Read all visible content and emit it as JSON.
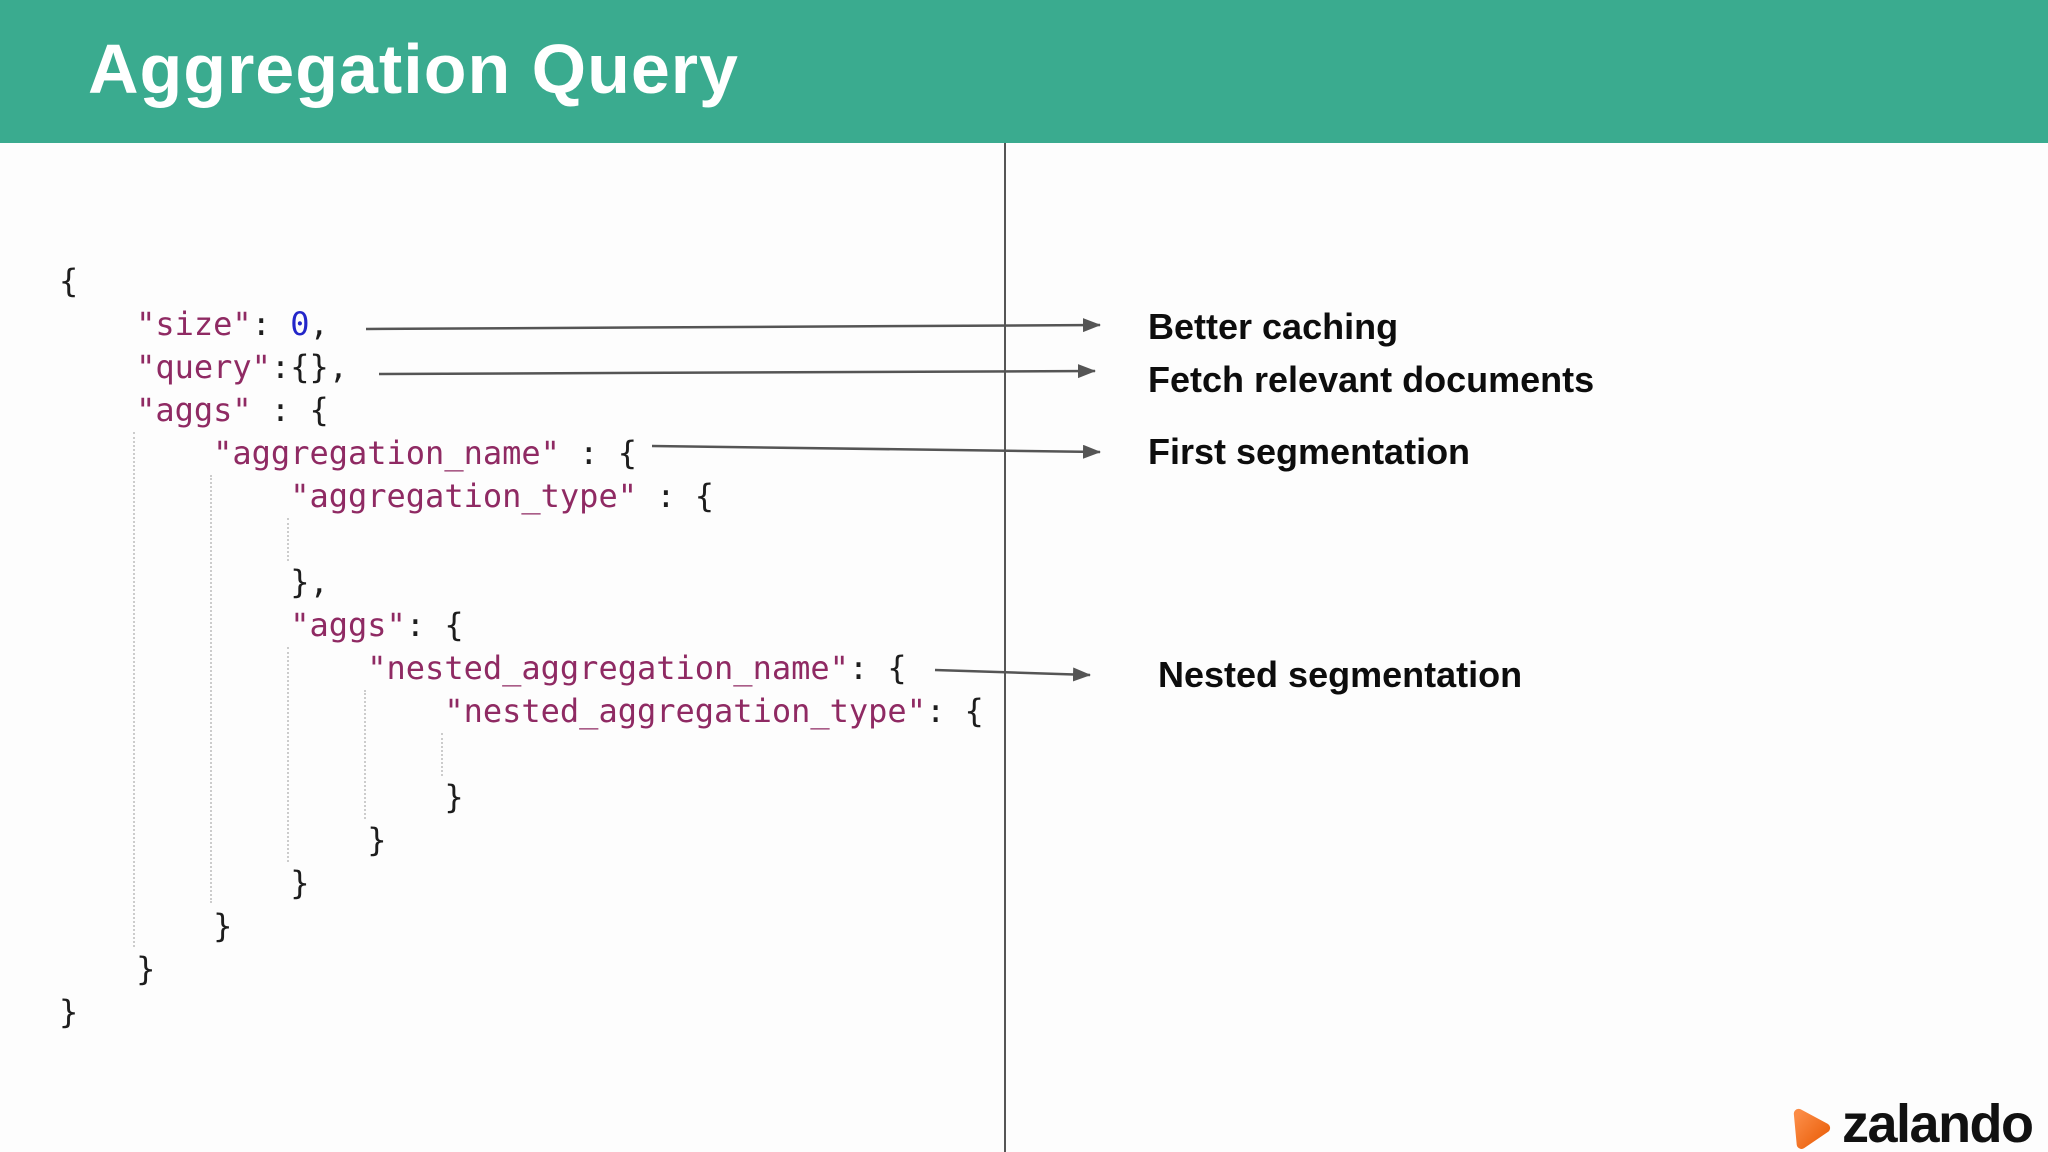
{
  "header": {
    "title": "Aggregation Query",
    "background": "#3aab8f"
  },
  "code": {
    "colors": {
      "key": "#8f2a63",
      "punctuation": "#1d1d1d",
      "number": "#2326c9",
      "indent_guide": "#cccccc"
    },
    "lines": [
      [
        {
          "t": "{",
          "c": "punct"
        }
      ],
      [
        {
          "t": "    ",
          "c": "punct"
        },
        {
          "t": "\"size\"",
          "c": "key"
        },
        {
          "t": ": ",
          "c": "punct"
        },
        {
          "t": "0",
          "c": "number"
        },
        {
          "t": ",",
          "c": "punct"
        }
      ],
      [
        {
          "t": "    ",
          "c": "punct"
        },
        {
          "t": "\"query\"",
          "c": "key"
        },
        {
          "t": ":{},",
          "c": "punct"
        }
      ],
      [
        {
          "t": "    ",
          "c": "punct"
        },
        {
          "t": "\"aggs\"",
          "c": "key"
        },
        {
          "t": " : {",
          "c": "punct"
        }
      ],
      [
        {
          "t": "        ",
          "c": "punct"
        },
        {
          "t": "\"aggregation_name\"",
          "c": "key"
        },
        {
          "t": " : {",
          "c": "punct"
        }
      ],
      [
        {
          "t": "            ",
          "c": "punct"
        },
        {
          "t": "\"aggregation_type\"",
          "c": "key"
        },
        {
          "t": " : {",
          "c": "punct"
        }
      ],
      [],
      [
        {
          "t": "            },",
          "c": "punct"
        }
      ],
      [
        {
          "t": "            ",
          "c": "punct"
        },
        {
          "t": "\"aggs\"",
          "c": "key"
        },
        {
          "t": ": {",
          "c": "punct"
        }
      ],
      [
        {
          "t": "                ",
          "c": "punct"
        },
        {
          "t": "\"nested_aggregation_name\"",
          "c": "key"
        },
        {
          "t": ": {",
          "c": "punct"
        }
      ],
      [
        {
          "t": "                    ",
          "c": "punct"
        },
        {
          "t": "\"nested_aggregation_type\"",
          "c": "key"
        },
        {
          "t": ": {",
          "c": "punct"
        }
      ],
      [],
      [
        {
          "t": "                    }",
          "c": "punct"
        }
      ],
      [
        {
          "t": "                }",
          "c": "punct"
        }
      ],
      [
        {
          "t": "            }",
          "c": "punct"
        }
      ],
      [
        {
          "t": "        }",
          "c": "punct"
        }
      ],
      [
        {
          "t": "    }",
          "c": "punct"
        }
      ],
      [
        {
          "t": "}",
          "c": "punct"
        }
      ]
    ]
  },
  "annotations": [
    {
      "label": "Better caching"
    },
    {
      "label": "Fetch relevant documents"
    },
    {
      "label": "First segmentation"
    },
    {
      "label": "Nested segmentation"
    }
  ],
  "arrow_color": "#555555",
  "logo": {
    "brand": "zalando",
    "icon": "zalando-triangle-icon",
    "orange_light": "#fb8b45",
    "orange_dark": "#ea5f0a"
  }
}
